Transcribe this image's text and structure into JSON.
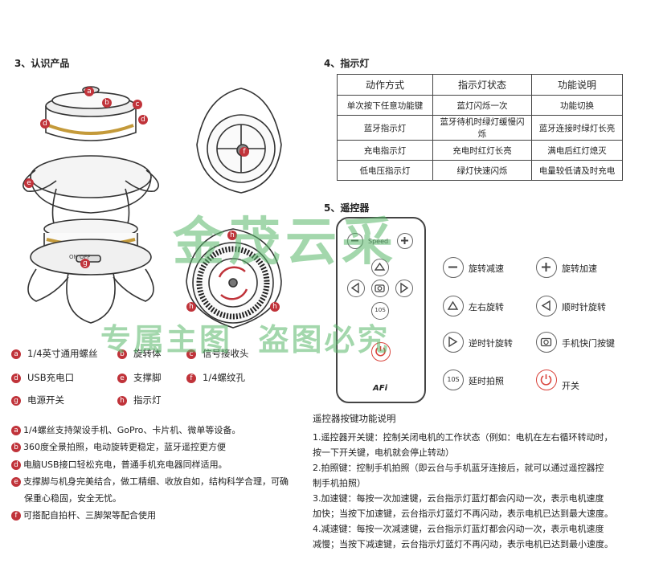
{
  "section3": {
    "title": "3、认识产品"
  },
  "section4": {
    "title": "4、指示灯"
  },
  "section5": {
    "title": "5、遥控器"
  },
  "labels": {
    "a": "a",
    "b": "b",
    "c": "c",
    "d": "d",
    "e": "e",
    "f": "f",
    "g": "g",
    "h": "h"
  },
  "legend": [
    {
      "key": "a",
      "text": "1/4英寸通用螺丝"
    },
    {
      "key": "b",
      "text": "旋转体"
    },
    {
      "key": "c",
      "text": "信号接收头"
    },
    {
      "key": "d",
      "text": "USB充电口"
    },
    {
      "key": "e",
      "text": "支撑脚"
    },
    {
      "key": "f",
      "text": "1/4螺纹孔"
    },
    {
      "key": "g",
      "text": "电源开关"
    },
    {
      "key": "h",
      "text": "指示灯"
    }
  ],
  "features": [
    {
      "key": "a",
      "text": "1/4螺丝支持架设手机、GoPro、卡片机、微单等设备。"
    },
    {
      "key": "b",
      "text": "360度全景拍照，电动旋转更稳定，蓝牙遥控更方便"
    },
    {
      "key": "d",
      "text": "电脑USB接口轻松充电，普通手机充电器同样适用。"
    },
    {
      "key": "e",
      "text": "支撑脚与机身完美结合，做工精细、收放自如，结构科学合理，可确"
    },
    {
      "key": "",
      "text": "保重心稳固，安全无忧。"
    },
    {
      "key": "f",
      "text": "可搭配自拍杆、三脚架等配合使用"
    }
  ],
  "indicator_table": {
    "headers": [
      "动作方式",
      "指示灯状态",
      "功能说明"
    ],
    "rows": [
      [
        "单次按下任意功能键",
        "蓝灯闪烁一次",
        "功能切换"
      ],
      [
        "蓝牙指示灯",
        "蓝牙待机时绿灯缓慢闪烁",
        "蓝牙连接时绿灯长亮"
      ],
      [
        "充电指示灯",
        "充电时红灯长亮",
        "满电后红灯熄灭"
      ],
      [
        "低电压指示灯",
        "绿灯快速闪烁",
        "电量较低请及时充电"
      ]
    ]
  },
  "remote": {
    "speed_label": "Speed",
    "delay_button": "10S",
    "brand": "AFi",
    "switch_label": "ON OFF"
  },
  "remote_keys": [
    {
      "icon": "minus-icon",
      "text": "旋转减速"
    },
    {
      "icon": "plus-icon",
      "text": "旋转加速"
    },
    {
      "icon": "rotate-icon",
      "text": "左右旋转"
    },
    {
      "icon": "clockwise-icon",
      "text": "顺时针旋转"
    },
    {
      "icon": "counterclockwise-icon",
      "text": "逆时针旋转"
    },
    {
      "icon": "shutter-icon",
      "text": "手机快门按键"
    },
    {
      "icon": "timer-icon",
      "text": "延时拍照"
    },
    {
      "icon": "power-icon",
      "text": "开关"
    }
  ],
  "notes": {
    "title": "遥控器按键功能说明",
    "lines": [
      "1.遥控器开关键：控制关闭电机的工作状态（例如：电机在左右循环转动时，",
      "   按一下开关键，电机就会停止转动）",
      "2.拍照键：控制手机拍照（即云台与手机蓝牙连接后，就可以通过遥控器控",
      "   制手机拍照）",
      "3.加速键：每按一次加速键，云台指示灯蓝灯都会闪动一次，表示电机速度",
      "   加快；当按下加速键，云台指示灯蓝灯不再闪动，表示电机已达到最大速度。",
      "4.减速键：每按一次减速键，云台指示灯蓝灯都会闪动一次，表示电机速度",
      "   减慢；当按下减速键，云台指示灯蓝灯不再闪动，表示电机已达到最小速度。"
    ]
  },
  "watermark": {
    "line1": "金茂云采",
    "line2": "专属主图  盗图必究"
  },
  "colors": {
    "badge": "#c0333a",
    "watermark": "#58b86a",
    "power": "#d9433b"
  }
}
